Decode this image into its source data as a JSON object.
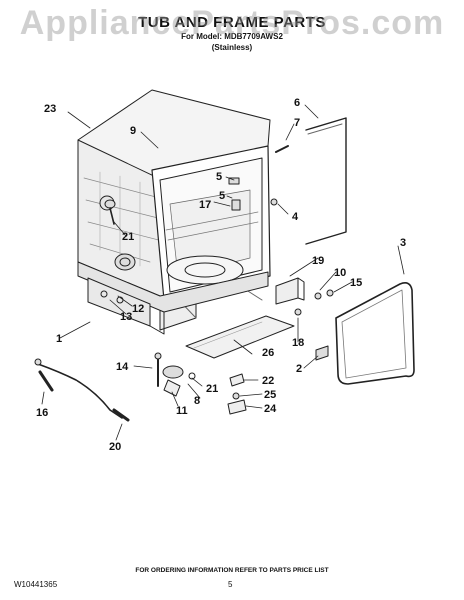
{
  "watermark": "AppliancePartsPros.com",
  "header": {
    "title": "TUB AND FRAME PARTS",
    "model_line": "For Model: MDB7709AWS2",
    "variant": "(Stainless)"
  },
  "callouts": {
    "c1": "1",
    "c2": "2",
    "c3": "3",
    "c4": "4",
    "c5a": "5",
    "c5b": "5",
    "c6": "6",
    "c7": "7",
    "c8": "8",
    "c9": "9",
    "c10": "10",
    "c11": "11",
    "c12": "12",
    "c13": "13",
    "c14": "14",
    "c15": "15",
    "c16": "16",
    "c17": "17",
    "c18": "18",
    "c19": "19",
    "c20": "20",
    "c21a": "21",
    "c21b": "21",
    "c22": "22",
    "c23": "23",
    "c24": "24",
    "c25": "25",
    "c26": "26"
  },
  "footer": {
    "doc_number": "W10441365",
    "ordering_note": "FOR ORDERING INFORMATION REFER TO PARTS PRICE LIST",
    "page": "5"
  }
}
